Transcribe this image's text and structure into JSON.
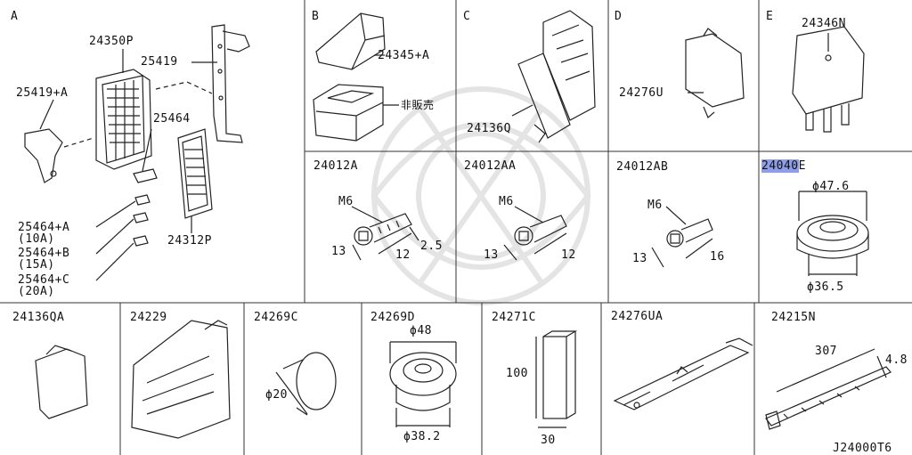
{
  "sections": {
    "A": "A",
    "B": "B",
    "C": "C",
    "D": "D",
    "E": "E"
  },
  "parts": {
    "p24350P": "24350P",
    "p25419": "25419",
    "p25419A": "25419+A",
    "p25464": "25464",
    "p25464A": "25464+A",
    "p25464A_amp": "(10A)",
    "p25464B": "25464+B",
    "p25464B_amp": "(15A)",
    "p25464C": "25464+C",
    "p25464C_amp": "(20A)",
    "p24312P": "24312P",
    "p24345A": "24345+A",
    "hanbai": "非販売",
    "p24136Q": "24136Q",
    "p24276U": "24276U",
    "p24346N": "24346N",
    "p24012A": "24012A",
    "p24012AA": "24012AA",
    "p24012AB": "24012AB",
    "p24040E_hl": "24040",
    "p24040E_rest": "E",
    "p24136QA": "24136QA",
    "p24229": "24229",
    "p24269C": "24269C",
    "p24269D": "24269D",
    "p24271C": "24271C",
    "p24276UA": "24276UA",
    "p24215N": "24215N"
  },
  "dims": {
    "m6_a": "M6",
    "m6_aa": "M6",
    "m6_ab": "M6",
    "a_13": "13",
    "a_12": "12",
    "a_25": "2.5",
    "aa_13": "13",
    "aa_12": "12",
    "ab_13": "13",
    "ab_16": "16",
    "e_d476": "ϕ47.6",
    "e_d365": "ϕ36.5",
    "c_d20": "ϕ20",
    "d_d48": "ϕ48",
    "d_d382": "ϕ38.2",
    "c271_100": "100",
    "c271_30": "30",
    "n_307": "307",
    "n_48": "4.8"
  },
  "diagram_code": "J24000T6",
  "colors": {
    "line": "#222222",
    "highlight": "#8f9ee8",
    "watermark": "#e6e6e6"
  }
}
